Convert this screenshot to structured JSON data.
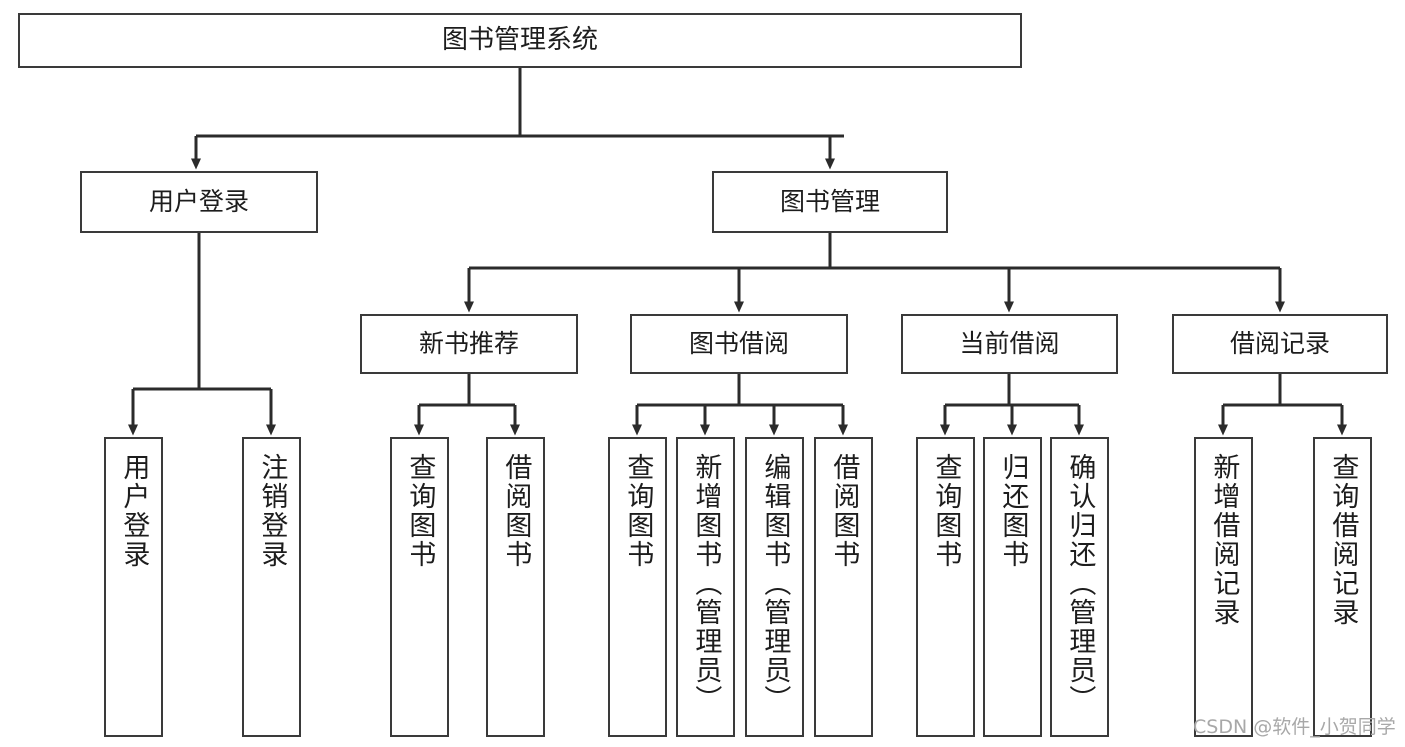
{
  "diagram": {
    "title": "图书管理系统",
    "type": "functional-structure-tree",
    "root": {
      "label": "图书管理系统"
    },
    "level2": [
      {
        "label": "用户登录"
      },
      {
        "label": "图书管理"
      }
    ],
    "level3": [
      {
        "label": "新书推荐"
      },
      {
        "label": "图书借阅"
      },
      {
        "label": "当前借阅"
      },
      {
        "label": "借阅记录"
      }
    ],
    "leaves": {
      "user_login": [
        {
          "label": "用户登录"
        },
        {
          "label": "注销登录"
        }
      ],
      "new_book_recommend": [
        {
          "label": "查询图书"
        },
        {
          "label": "借阅图书"
        }
      ],
      "book_borrow": [
        {
          "label": "查询图书"
        },
        {
          "label": "新增图书（管理员）"
        },
        {
          "label": "编辑图书（管理员）"
        },
        {
          "label": "借阅图书"
        }
      ],
      "current_borrow": [
        {
          "label": "查询图书"
        },
        {
          "label": "归还图书"
        },
        {
          "label": "确认归还（管理员）"
        }
      ],
      "borrow_record": [
        {
          "label": "新增借阅记录"
        },
        {
          "label": "查询借阅记录"
        }
      ]
    }
  },
  "watermark": {
    "text": "CSDN @软件_小贺同学"
  },
  "colors": {
    "box_border": "#3a3a3a",
    "box_fill": "#ffffff",
    "line": "#2b2b2b",
    "text": "#1d1d1d",
    "watermark": "#a8a8a8"
  }
}
